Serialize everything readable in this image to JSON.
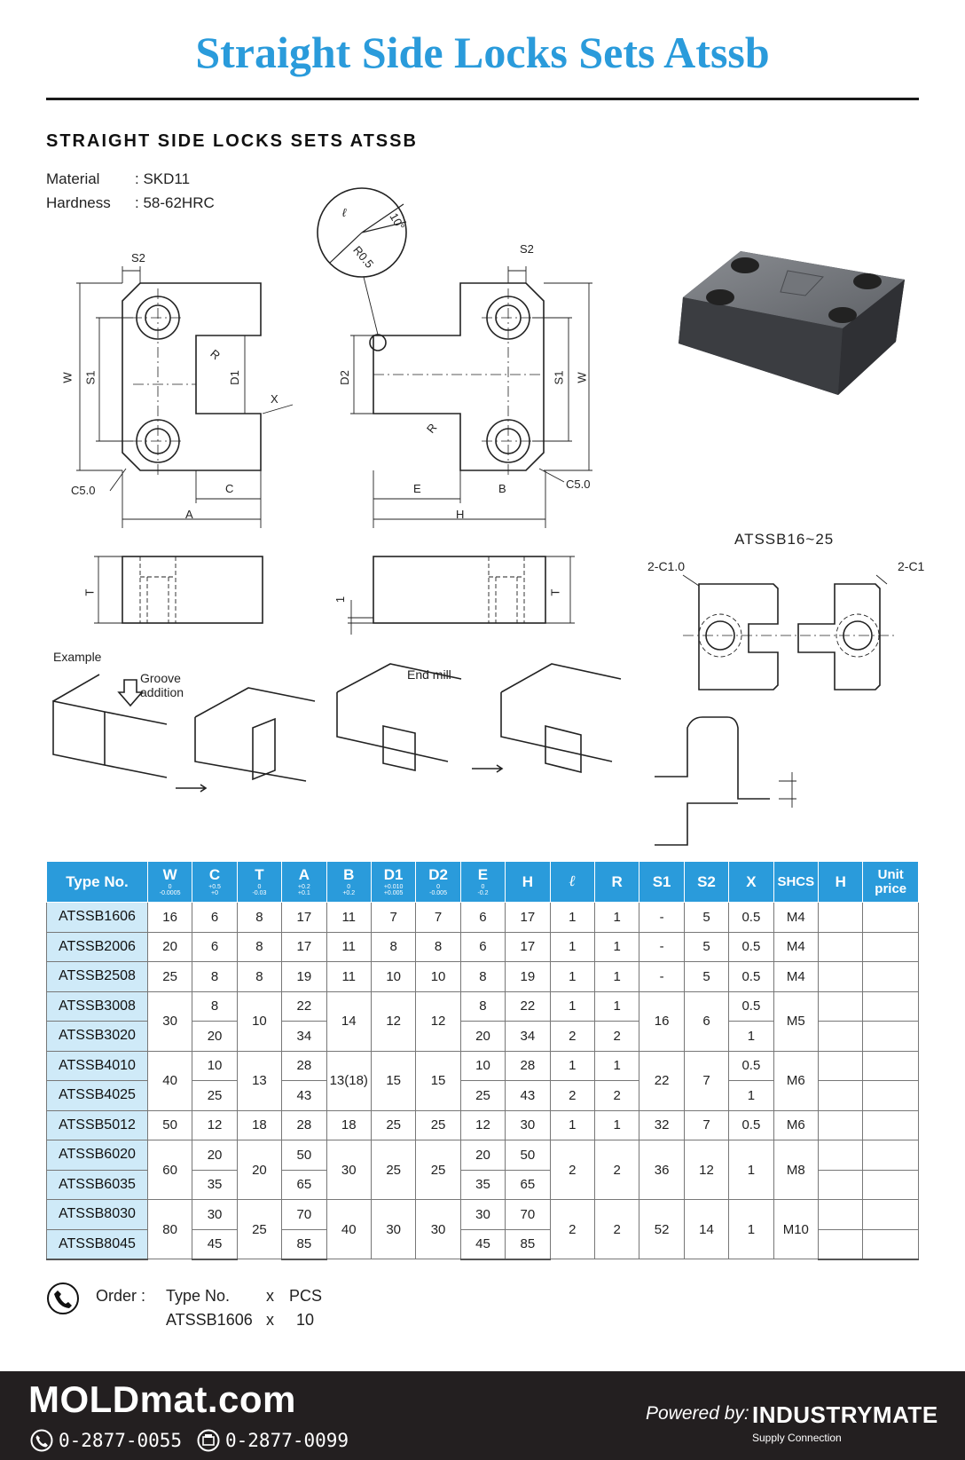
{
  "page": {
    "title": "Straight Side Locks Sets Atssb",
    "section_heading": "STRAIGHT SIDE LOCKS SETS ATSSB"
  },
  "specs": {
    "material_label": "Material",
    "material_value": ": SKD11",
    "hardness_label": "Hardness",
    "hardness_value": ": 58-62HRC"
  },
  "drawing": {
    "labels": {
      "s2": "S2",
      "w": "W",
      "s1": "S1",
      "d1": "D1",
      "d2": "D2",
      "r": "R",
      "x": "X",
      "c5": "C5.0",
      "a": "A",
      "b": "B",
      "c": "C",
      "e": "E",
      "h": "H",
      "t": "T",
      "ell": "ℓ",
      "deg": "10°",
      "r05": "R0.5",
      "one": "1"
    },
    "variant_label": "ATSSB16~25",
    "chamfer_left": "2-C1.0",
    "chamfer_right": "2-C1",
    "example": "Example",
    "groove": "Groove",
    "groove_addition": "addition",
    "end_mill": "End mill"
  },
  "table": {
    "headers": [
      {
        "label": "Type  No.",
        "tol": []
      },
      {
        "label": "W",
        "tol": [
          "0",
          "-0.0005"
        ]
      },
      {
        "label": "C",
        "tol": [
          "+0.5",
          "+0"
        ]
      },
      {
        "label": "T",
        "tol": [
          "0",
          "-0.03"
        ]
      },
      {
        "label": "A",
        "tol": [
          "+0.2",
          "+0.1"
        ]
      },
      {
        "label": "B",
        "tol": [
          "0",
          "+0.2"
        ]
      },
      {
        "label": "D1",
        "tol": [
          "+0.010",
          "+0.005"
        ]
      },
      {
        "label": "D2",
        "tol": [
          "0",
          "-0.005"
        ]
      },
      {
        "label": "E",
        "tol": [
          "0",
          "-0.2"
        ]
      },
      {
        "label": "H",
        "tol": []
      },
      {
        "label": "ℓ",
        "tol": []
      },
      {
        "label": "R",
        "tol": []
      },
      {
        "label": "S1",
        "tol": []
      },
      {
        "label": "S2",
        "tol": []
      },
      {
        "label": "X",
        "tol": []
      },
      {
        "label": "SHCS",
        "tol": []
      },
      {
        "label": "H",
        "tol": []
      },
      {
        "label": "Unit price",
        "tol": []
      }
    ],
    "rows": [
      [
        "ATSSB1606",
        "16",
        "6",
        "8",
        "17",
        "11",
        "7",
        "7",
        "6",
        "17",
        "1",
        "1",
        "-",
        "5",
        "0.5",
        "M4",
        "",
        ""
      ],
      [
        "ATSSB2006",
        "20",
        "6",
        "8",
        "17",
        "11",
        "8",
        "8",
        "6",
        "17",
        "1",
        "1",
        "-",
        "5",
        "0.5",
        "M4",
        "",
        ""
      ],
      [
        "ATSSB2508",
        "25",
        "8",
        "8",
        "19",
        "11",
        "10",
        "10",
        "8",
        "19",
        "1",
        "1",
        "-",
        "5",
        "0.5",
        "M4",
        "",
        ""
      ],
      [
        "ATSSB3008",
        "30",
        "8",
        "10",
        "22",
        "14",
        "12",
        "12",
        "8",
        "22",
        "1",
        "1",
        "16",
        "6",
        "0.5",
        "M5",
        "",
        ""
      ],
      [
        "ATSSB3020",
        "",
        "20",
        "",
        "34",
        "",
        "",
        "",
        "20",
        "34",
        "2",
        "2",
        "",
        "",
        "1",
        "",
        "",
        ""
      ],
      [
        "ATSSB4010",
        "40",
        "10",
        "13",
        "28",
        "13(18)",
        "15",
        "15",
        "10",
        "28",
        "1",
        "1",
        "22",
        "7",
        "0.5",
        "M6",
        "",
        ""
      ],
      [
        "ATSSB4025",
        "",
        "25",
        "",
        "43",
        "",
        "",
        "",
        "25",
        "43",
        "2",
        "2",
        "",
        "",
        "1",
        "",
        "",
        ""
      ],
      [
        "ATSSB5012",
        "50",
        "12",
        "18",
        "28",
        "18",
        "25",
        "25",
        "12",
        "30",
        "1",
        "1",
        "32",
        "7",
        "0.5",
        "M6",
        "",
        ""
      ],
      [
        "ATSSB6020",
        "60",
        "20",
        "20",
        "50",
        "30",
        "25",
        "25",
        "20",
        "50",
        "2",
        "2",
        "36",
        "12",
        "1",
        "M8",
        "",
        ""
      ],
      [
        "ATSSB6035",
        "",
        "35",
        "",
        "65",
        "",
        "",
        "",
        "35",
        "65",
        "",
        "",
        "",
        "",
        "",
        "",
        "",
        ""
      ],
      [
        "ATSSB8030",
        "80",
        "30",
        "25",
        "70",
        "40",
        "30",
        "30",
        "30",
        "70",
        "2",
        "2",
        "52",
        "14",
        "1",
        "M10",
        "",
        ""
      ],
      [
        "ATSSB8045",
        "",
        "45",
        "",
        "85",
        "",
        "",
        "",
        "45",
        "85",
        "",
        "",
        "",
        "",
        "",
        "",
        "",
        ""
      ]
    ]
  },
  "order": {
    "label": "Order  :",
    "col1": "Type No.",
    "x": "x",
    "col2": "PCS",
    "ex_type": "ATSSB1606",
    "ex_qty": "10"
  },
  "footer": {
    "brand": "MOLDmat.com",
    "phone": "0-2877-0055",
    "fax": "0-2877-0099",
    "powered_by": "Powered by:",
    "partner": "INDUSTRYMATE",
    "partner_tagline": "Supply Connection"
  }
}
